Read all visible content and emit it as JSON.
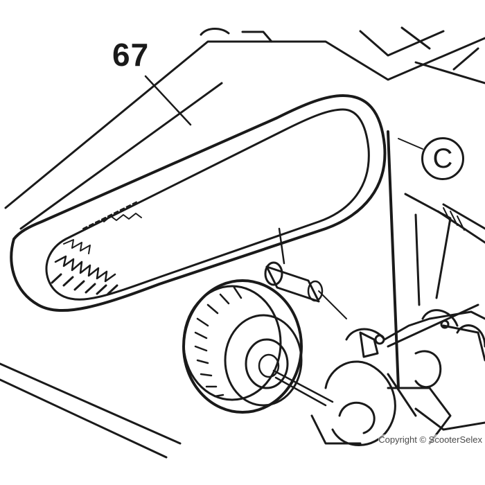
{
  "diagram": {
    "callouts": {
      "belt_number": "67",
      "section_letter": "C"
    },
    "watermark": "Copyright © ScooterSelex"
  },
  "colors": {
    "line": "#1a1a1a",
    "background": "#ffffff"
  }
}
